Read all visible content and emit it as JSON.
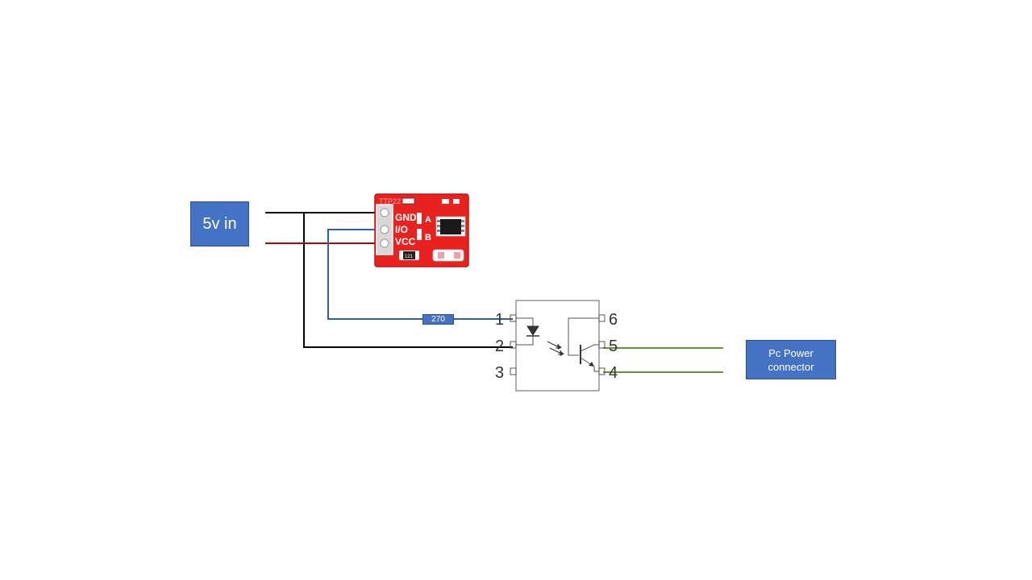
{
  "labels": {
    "supply": "5v in",
    "pc_power": "Pc Power\nconnector",
    "resistor": "270"
  },
  "touch_module": {
    "pins": [
      "GND",
      "I/O",
      "VCC"
    ],
    "pad_a": "A",
    "pad_b": "B",
    "chip_marking": "121",
    "silkscreen": "TTP223"
  },
  "optocoupler": {
    "pins": [
      "1",
      "2",
      "3",
      "4",
      "5",
      "6"
    ]
  },
  "colors": {
    "ground_wire": "#000000",
    "vcc_wire": "#c00000",
    "signal_wire": "#2e5fa8",
    "output_wire": "#5b9a3a",
    "label_fill": "#4472c4",
    "pcb": "#e8221e"
  }
}
